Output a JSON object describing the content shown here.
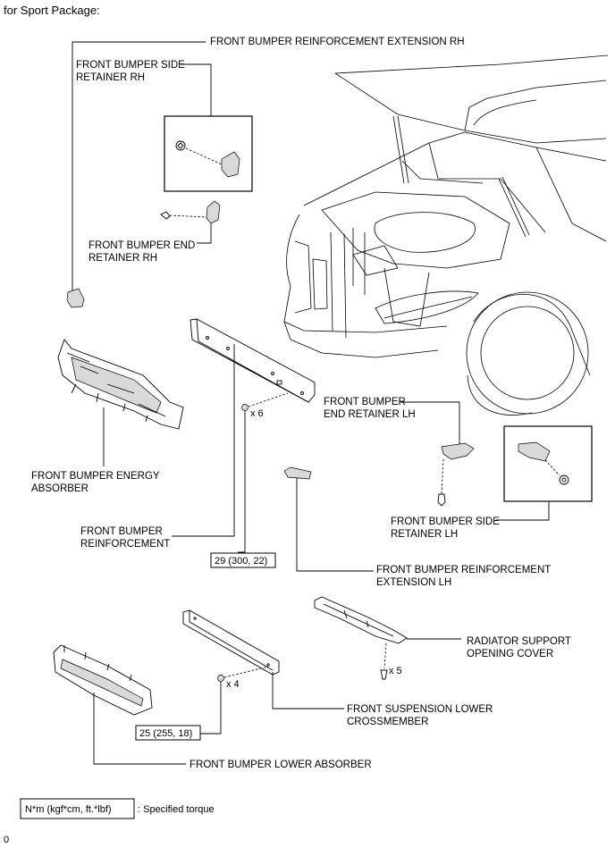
{
  "header": {
    "package": "for Sport Package:"
  },
  "labels": {
    "reinf_ext_rh": "FRONT BUMPER REINFORCEMENT EXTENSION RH",
    "side_ret_rh_1": "FRONT BUMPER SIDE",
    "side_ret_rh_2": "RETAINER RH",
    "end_ret_rh_1": "FRONT BUMPER END",
    "end_ret_rh_2": "RETAINER RH",
    "energy_abs_1": "FRONT BUMPER ENERGY",
    "energy_abs_2": "ABSORBER",
    "reinf_1": "FRONT BUMPER",
    "reinf_2": "REINFORCEMENT",
    "end_ret_lh_1": "FRONT BUMPER",
    "end_ret_lh_2": "END RETAINER LH",
    "side_ret_lh_1": "FRONT BUMPER SIDE",
    "side_ret_lh_2": "RETAINER LH",
    "reinf_ext_lh_1": "FRONT BUMPER REINFORCEMENT",
    "reinf_ext_lh_2": "EXTENSION LH",
    "rad_cover_1": "RADIATOR SUPPORT",
    "rad_cover_2": "OPENING COVER",
    "susp_cross_1": "FRONT SUSPENSION LOWER",
    "susp_cross_2": "CROSSMEMBER",
    "lower_abs": "FRONT BUMPER LOWER ABSORBER"
  },
  "quantities": {
    "reinf_bolts": "x 6",
    "cross_bolts": "x 4",
    "cover_clips": "x 5"
  },
  "torques": {
    "reinf": "29 (300, 22)",
    "cross": "25 (255, 18)"
  },
  "legend": {
    "unit": "N*m (kgf*cm, ft.*lbf)",
    "desc": ": Specified torque"
  },
  "footer": {
    "code": "0"
  }
}
